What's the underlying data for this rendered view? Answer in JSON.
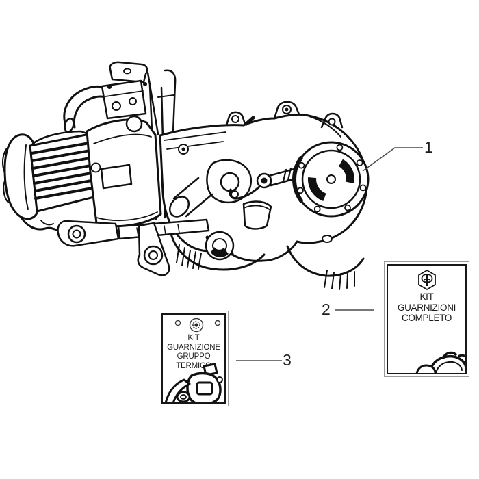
{
  "figure": {
    "kind": "engine-exploded-parts-diagram",
    "background": "#ffffff",
    "ink_color": "#111111",
    "leader_line_color": "#4a4a4a",
    "box_outer_border_color": "#9a9a9a",
    "box_inner_border_color": "#171717"
  },
  "callouts": [
    {
      "number": "1"
    },
    {
      "number": "2"
    },
    {
      "number": "3"
    }
  ],
  "complete_gasket_kit_box": {
    "logo_icon": "piaggio-hexagon-logo",
    "lines": [
      "KIT",
      "GUARNIZIONI",
      "COMPLETO"
    ]
  },
  "cylinder_gasket_kit_box": {
    "emblem_icon": "splined-hub-emblem",
    "lines": [
      "KIT",
      "GUARNIZIONE",
      "GRUPPO",
      "TERMICO"
    ]
  }
}
